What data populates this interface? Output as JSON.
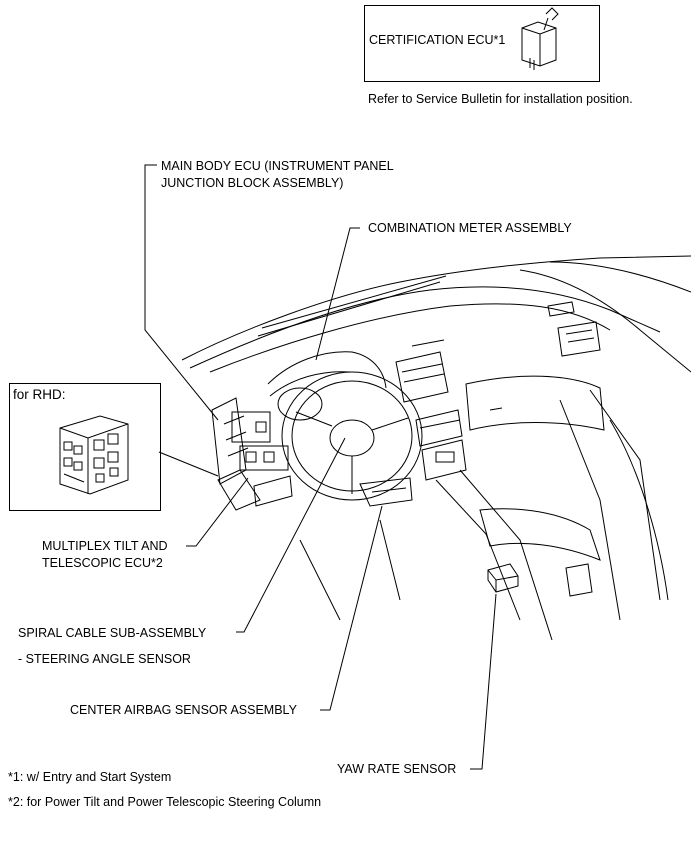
{
  "certification": {
    "label": "CERTIFICATION ECU*1",
    "note": "Refer to Service Bulletin for installation position."
  },
  "inset": {
    "title": "for RHD:"
  },
  "labels": {
    "main_body_line1": "MAIN BODY ECU (INSTRUMENT PANEL",
    "main_body_line2": "JUNCTION BLOCK ASSEMBLY)",
    "combination_meter": "COMBINATION METER ASSEMBLY",
    "multiplex_line1": "MULTIPLEX TILT AND",
    "multiplex_line2": "TELESCOPIC ECU*2",
    "spiral_line1": "SPIRAL CABLE SUB-ASSEMBLY",
    "spiral_line2": "- STEERING ANGLE SENSOR",
    "center_airbag": "CENTER AIRBAG SENSOR ASSEMBLY",
    "yaw_rate": "YAW RATE SENSOR"
  },
  "footnotes": {
    "note1": "*1: w/ Entry and Start System",
    "note2": "*2: for Power Tilt and Power Telescopic Steering Column"
  }
}
